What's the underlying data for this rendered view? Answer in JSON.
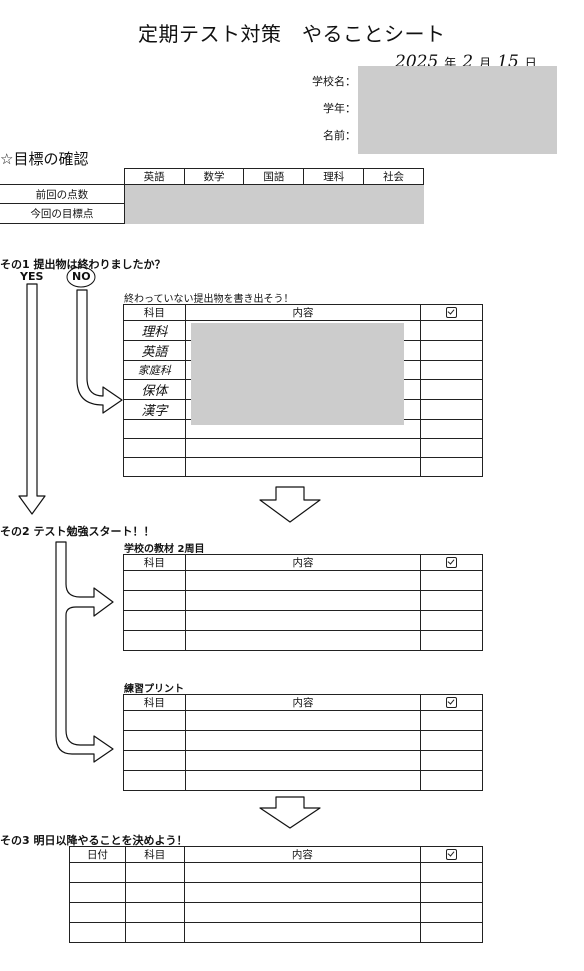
{
  "title": "定期テスト対策　やることシート",
  "date": {
    "year": "2025",
    "year_kanji": "年",
    "month": "2",
    "month_kanji": "月",
    "day": "15",
    "day_kanji": "日"
  },
  "info": {
    "school_label": "学校名：",
    "grade_label": "学年：",
    "name_label": "名前："
  },
  "goals": {
    "heading": "☆目標の確認",
    "subjects": [
      "英語",
      "数学",
      "国語",
      "理科",
      "社会"
    ],
    "rows": [
      "前回の点数",
      "今回の目標点"
    ]
  },
  "step1": {
    "heading": "その1 提出物は終わりましたか？",
    "yes": "YES",
    "no": "NO",
    "caption": "終わっていない提出物を書き出そう！",
    "col_subject": "科目",
    "col_content": "内容",
    "handwritten_subjects": [
      "理科",
      "英語",
      "家庭科",
      "保体",
      "漢字"
    ]
  },
  "step2": {
    "heading": "その2 テスト勉強スタート！！",
    "table1_caption": "学校の教材 2周目",
    "table2_caption": "練習プリント",
    "col_subject": "科目",
    "col_content": "内容"
  },
  "step3": {
    "heading": "その3 明日以降やることを決めよう！",
    "col_date": "日付",
    "col_subject": "科目",
    "col_content": "内容"
  },
  "colors": {
    "redaction": "#cccccc",
    "ink": "#111111"
  }
}
